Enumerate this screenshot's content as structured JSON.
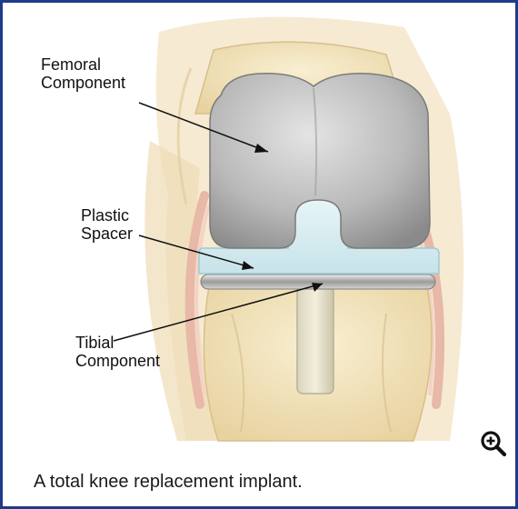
{
  "figure": {
    "labels": {
      "femoral_line1": "Femoral",
      "femoral_line2": "Component",
      "spacer_line1": "Plastic",
      "spacer_line2": "Spacer",
      "tibial_line1": "Tibial",
      "tibial_line2": "Component"
    },
    "colors": {
      "border": "#1f3a8a",
      "bone": "#f1e3bf",
      "metal": "#b5b5b5",
      "spacer": "#dff1f4"
    }
  },
  "zoom": {
    "icon": "zoom-in-icon"
  },
  "caption": "A total knee replacement implant."
}
